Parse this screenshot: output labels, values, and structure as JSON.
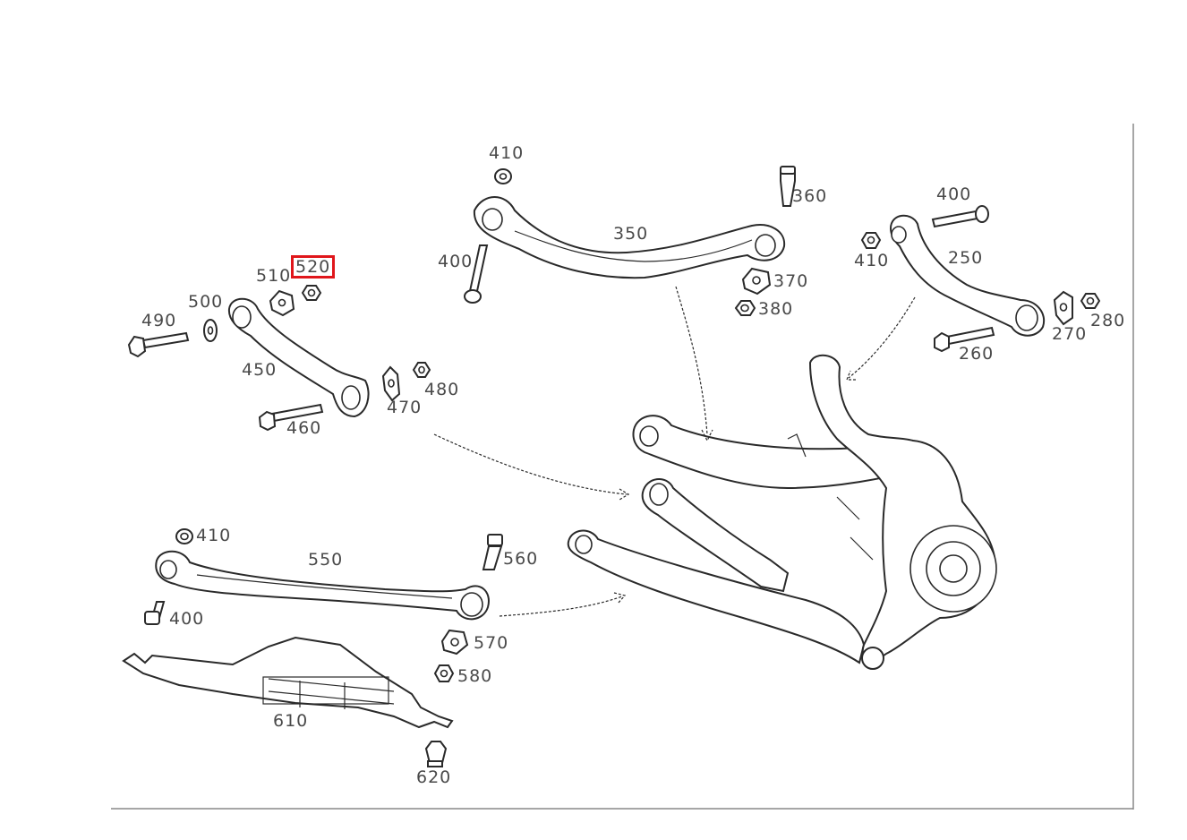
{
  "diagram": {
    "highlight_color": "#e0161b",
    "highlighted_part": "520",
    "callouts": [
      {
        "id": "410-top",
        "text": "410"
      },
      {
        "id": "360",
        "text": "360"
      },
      {
        "id": "350",
        "text": "350"
      },
      {
        "id": "400-top",
        "text": "400"
      },
      {
        "id": "370",
        "text": "370"
      },
      {
        "id": "380",
        "text": "380"
      },
      {
        "id": "400-right",
        "text": "400"
      },
      {
        "id": "410-right",
        "text": "410"
      },
      {
        "id": "250",
        "text": "250"
      },
      {
        "id": "270",
        "text": "270"
      },
      {
        "id": "280",
        "text": "280"
      },
      {
        "id": "260",
        "text": "260"
      },
      {
        "id": "520",
        "text": "520"
      },
      {
        "id": "510",
        "text": "510"
      },
      {
        "id": "500",
        "text": "500"
      },
      {
        "id": "490",
        "text": "490"
      },
      {
        "id": "450",
        "text": "450"
      },
      {
        "id": "470",
        "text": "470"
      },
      {
        "id": "480",
        "text": "480"
      },
      {
        "id": "460",
        "text": "460"
      },
      {
        "id": "410-bottom",
        "text": "410"
      },
      {
        "id": "550",
        "text": "550"
      },
      {
        "id": "560",
        "text": "560"
      },
      {
        "id": "400-bottom",
        "text": "400"
      },
      {
        "id": "570",
        "text": "570"
      },
      {
        "id": "580",
        "text": "580"
      },
      {
        "id": "610",
        "text": "610"
      },
      {
        "id": "620",
        "text": "620"
      }
    ]
  }
}
